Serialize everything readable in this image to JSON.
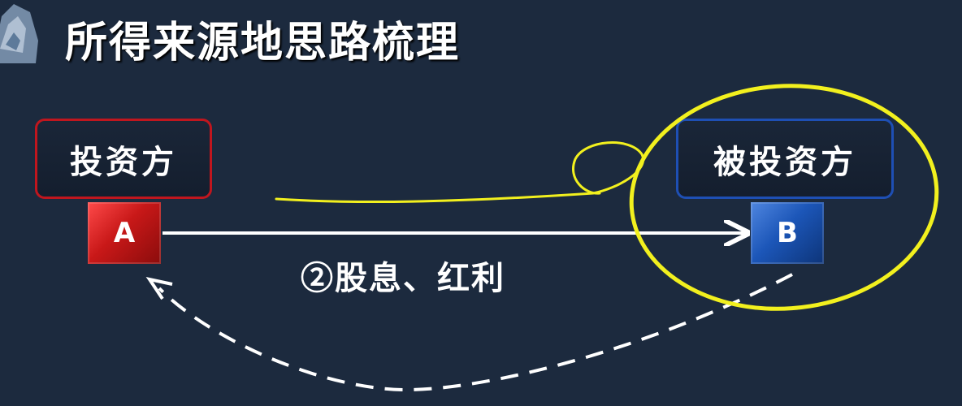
{
  "slide": {
    "title": "所得来源地思路梳理"
  },
  "parties": {
    "investor_label": "投资方",
    "investee_label": "被投资方"
  },
  "nodes": {
    "a_label": "A",
    "b_label": "B"
  },
  "flows": {
    "dividend_label": "②股息、红利"
  },
  "colors": {
    "background": "#1c2a3e",
    "investor_accent": "#c0161e",
    "investee_accent": "#1e4fb4",
    "annotation": "#f2f01e"
  }
}
